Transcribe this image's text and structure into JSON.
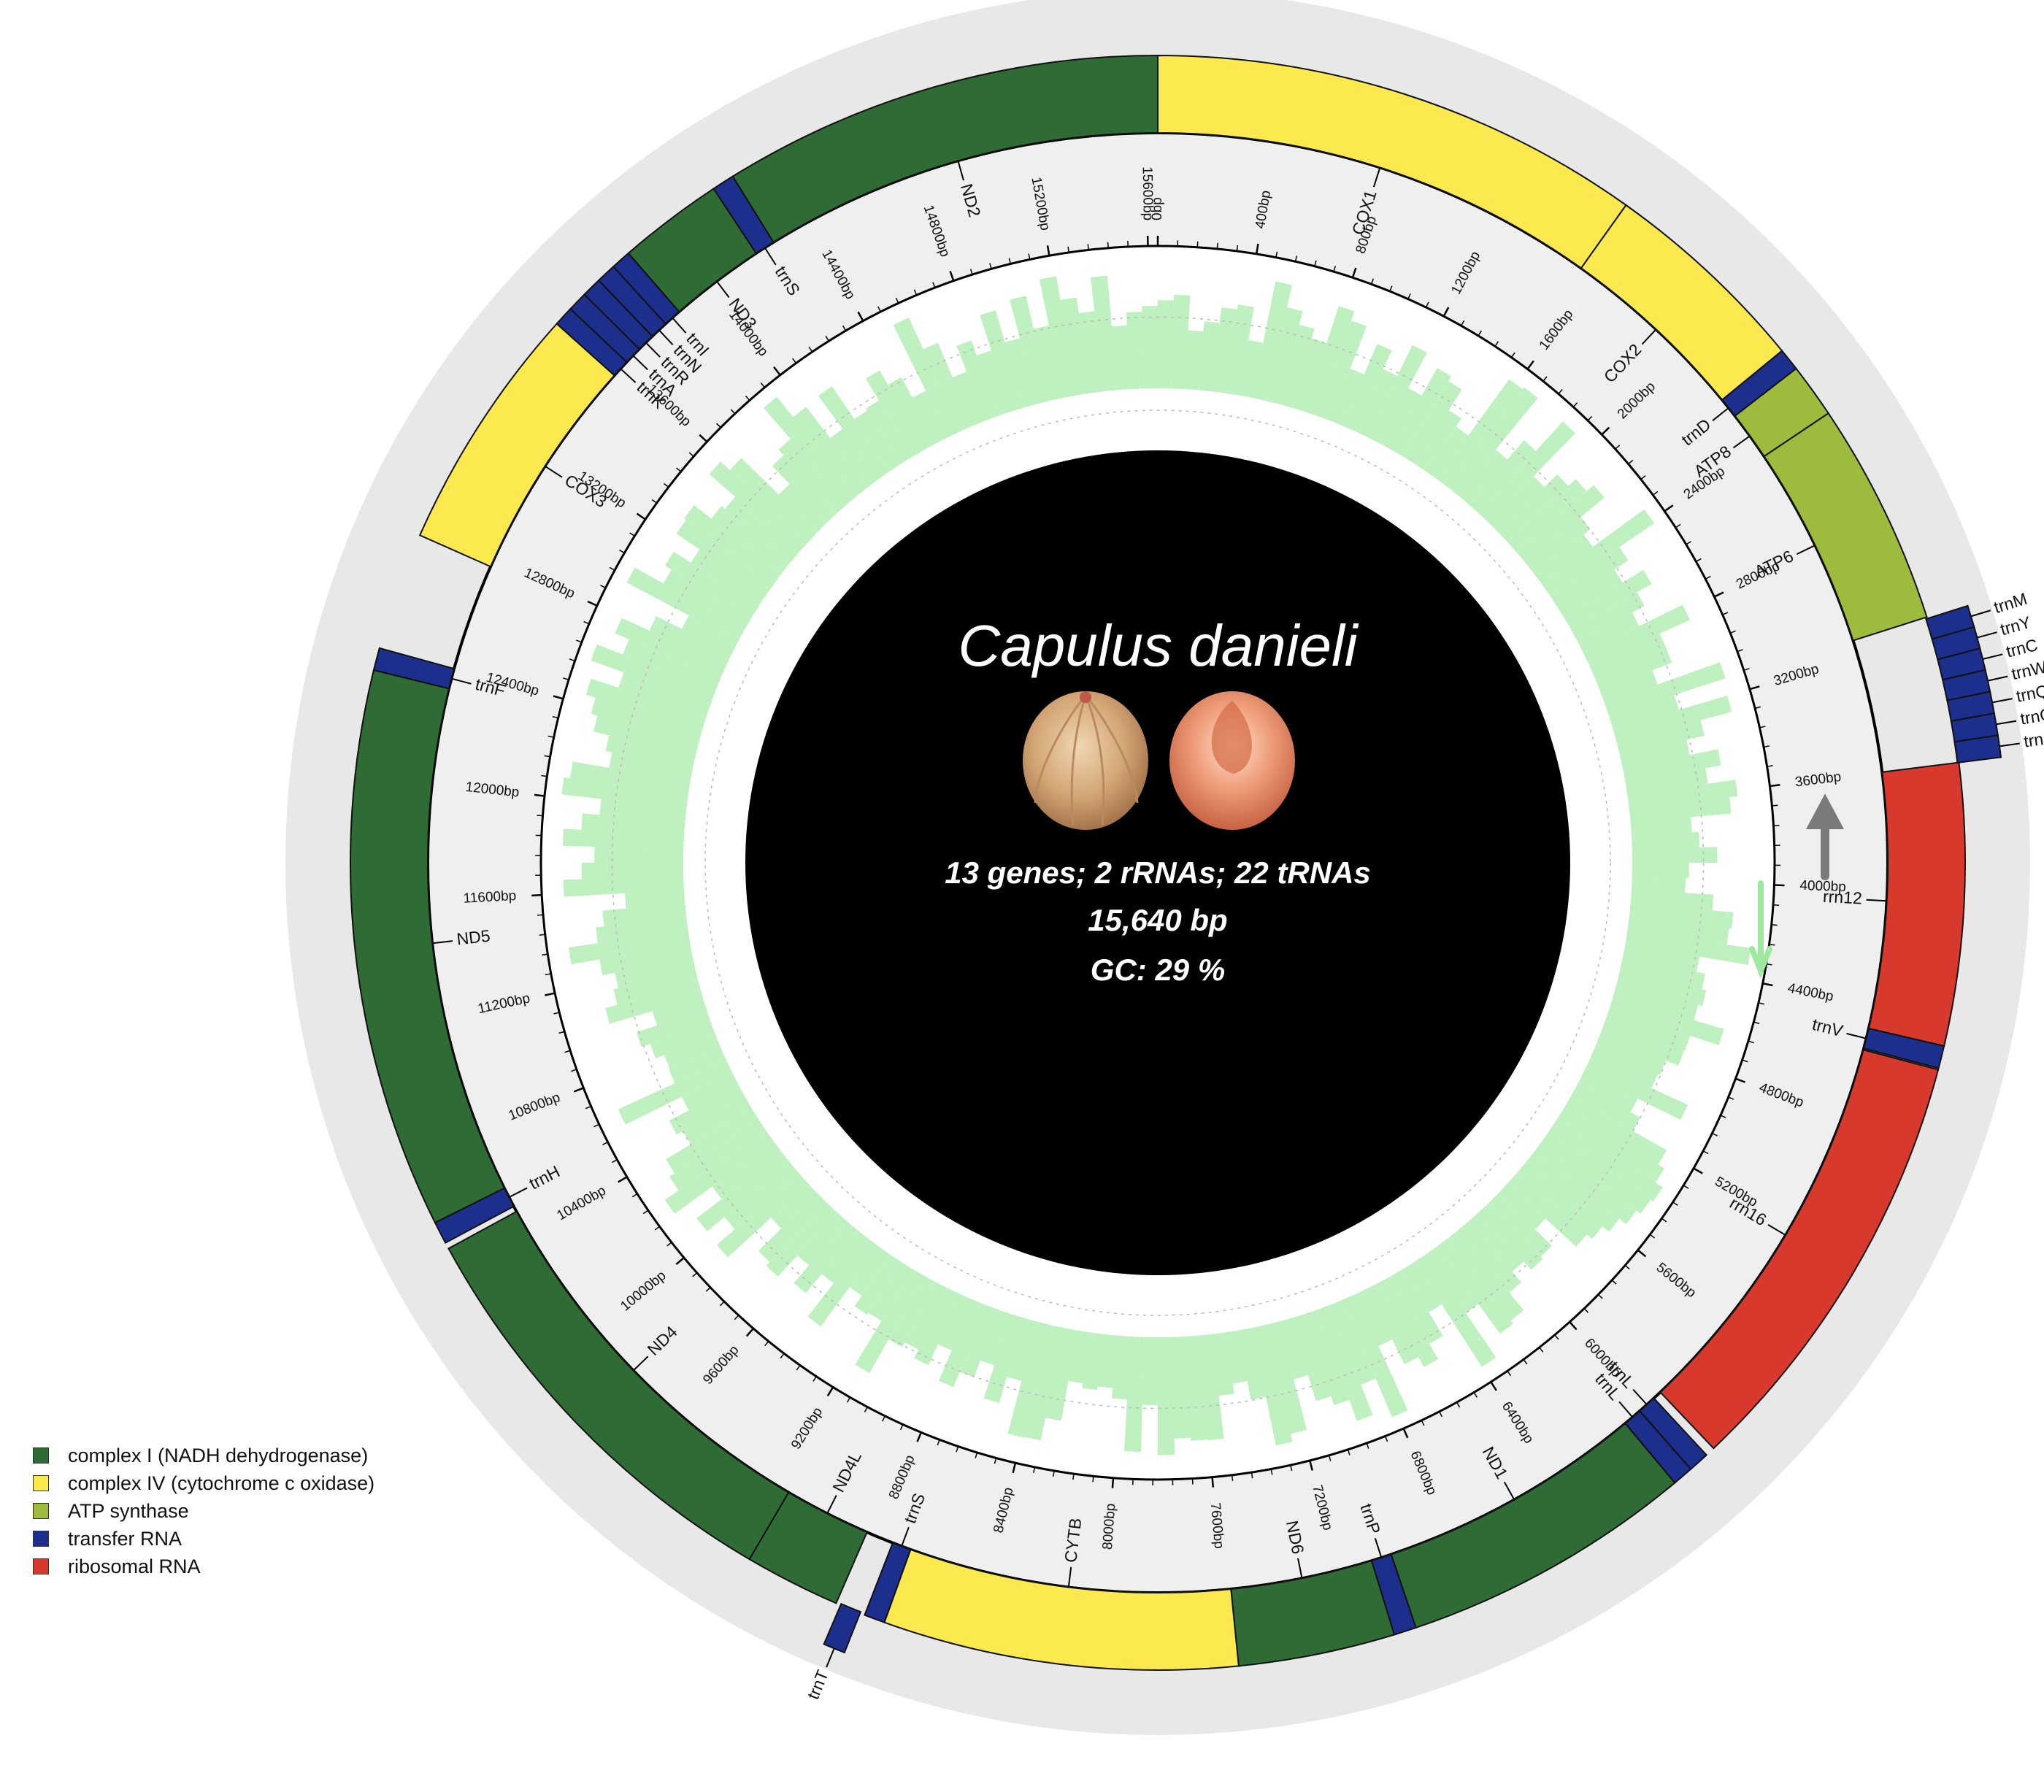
{
  "organism": "Capulus danieli",
  "stats": {
    "genes_line": "13 genes; 2 rRNAs; 22 tRNAs",
    "length_line": "15,640 bp",
    "gc_line": "GC: 29 %"
  },
  "colors": {
    "complex_I": "#2e6b35",
    "complex_IV": "#fbe94f",
    "atp": "#9dbb3c",
    "trna": "#1c2f8c",
    "rrna": "#d73a2c",
    "gc_fill": "#bff0bf",
    "track_bg": "#efefef",
    "outer_halo": "#e8e8e8",
    "center": "#000000",
    "strand_arrow": "#7a7a7a"
  },
  "legend": [
    {
      "label": "complex I (NADH dehydrogenase)",
      "color": "#2e6b35"
    },
    {
      "label": "complex IV (cytochrome c oxidase)",
      "color": "#fbe94f"
    },
    {
      "label": "ATP synthase",
      "color": "#9dbb3c"
    },
    {
      "label": "transfer RNA",
      "color": "#1c2f8c"
    },
    {
      "label": "ribosomal RNA",
      "color": "#d73a2c"
    }
  ],
  "chart_data": {
    "type": "circular genome map",
    "genome_length": 15640,
    "ticks": {
      "major_every": 400,
      "labels": [
        "0bp",
        "400bp",
        "800bp",
        "1200bp",
        "1600bp",
        "2000bp",
        "2400bp",
        "2800bp",
        "3200bp",
        "3600bp",
        "4000bp",
        "4400bp",
        "4800bp",
        "5200bp",
        "5600bp",
        "6000bp",
        "6400bp",
        "6800bp",
        "7200bp",
        "7600bp",
        "8000bp",
        "8400bp",
        "8800bp",
        "9200bp",
        "9600bp",
        "10000bp",
        "10400bp",
        "10800bp",
        "11200bp",
        "11600bp",
        "12000bp",
        "12400bp",
        "12800bp",
        "13200bp",
        "13600bp",
        "14000bp",
        "14400bp",
        "14800bp",
        "15200bp",
        "15600bp"
      ]
    },
    "features": [
      {
        "name": "COX1",
        "start": 0,
        "end": 1540,
        "cat": "complex_IV",
        "strand": "+"
      },
      {
        "name": "COX2",
        "start": 1540,
        "end": 2200,
        "cat": "complex_IV",
        "strand": "+"
      },
      {
        "name": "trnD",
        "start": 2200,
        "end": 2270,
        "cat": "trna",
        "strand": "+"
      },
      {
        "name": "ATP8",
        "start": 2270,
        "end": 2440,
        "cat": "atp",
        "strand": "+"
      },
      {
        "name": "ATP6",
        "start": 2440,
        "end": 3140,
        "cat": "atp",
        "strand": "+"
      },
      {
        "name": "trnM",
        "start": 3145,
        "end": 3210,
        "cat": "trna",
        "strand": "-"
      },
      {
        "name": "trnY",
        "start": 3210,
        "end": 3275,
        "cat": "trna",
        "strand": "-"
      },
      {
        "name": "trnC",
        "start": 3275,
        "end": 3340,
        "cat": "trna",
        "strand": "-"
      },
      {
        "name": "trnW",
        "start": 3340,
        "end": 3405,
        "cat": "trna",
        "strand": "-"
      },
      {
        "name": "trnQ",
        "start": 3405,
        "end": 3470,
        "cat": "trna",
        "strand": "-"
      },
      {
        "name": "trnG",
        "start": 3470,
        "end": 3535,
        "cat": "trna",
        "strand": "-"
      },
      {
        "name": "trnE",
        "start": 3535,
        "end": 3600,
        "cat": "trna",
        "strand": "-"
      },
      {
        "name": "rrn12",
        "start": 3600,
        "end": 4480,
        "cat": "rrna",
        "strand": "+"
      },
      {
        "name": "trnV",
        "start": 4480,
        "end": 4550,
        "cat": "trna",
        "strand": "+"
      },
      {
        "name": "rrn16",
        "start": 4555,
        "end": 5930,
        "cat": "rrna",
        "strand": "+"
      },
      {
        "name": "trnL",
        "start": 5960,
        "end": 6025,
        "cat": "trna",
        "strand": "+"
      },
      {
        "name": "trnL",
        "start": 6025,
        "end": 6090,
        "cat": "trna",
        "strand": "+"
      },
      {
        "name": "ND1",
        "start": 6090,
        "end": 7010,
        "cat": "complex_I",
        "strand": "+"
      },
      {
        "name": "trnP",
        "start": 7010,
        "end": 7080,
        "cat": "trna",
        "strand": "+"
      },
      {
        "name": "ND6",
        "start": 7080,
        "end": 7570,
        "cat": "complex_I",
        "strand": "+"
      },
      {
        "name": "CYTB",
        "start": 7570,
        "end": 8680,
        "cat": "complex_IV",
        "strand": "+"
      },
      {
        "name": "trnS",
        "start": 8680,
        "end": 8745,
        "cat": "trna",
        "strand": "+"
      },
      {
        "name": "trnT",
        "start": 8760,
        "end": 8825,
        "cat": "trna",
        "strand": "-"
      },
      {
        "name": "ND4L",
        "start": 8840,
        "end": 9140,
        "cat": "complex_I",
        "strand": "+"
      },
      {
        "name": "ND4",
        "start": 9140,
        "end": 10490,
        "cat": "complex_I",
        "strand": "+"
      },
      {
        "name": "trnH",
        "start": 10510,
        "end": 10580,
        "cat": "trna",
        "strand": "+"
      },
      {
        "name": "ND5",
        "start": 10580,
        "end": 12330,
        "cat": "complex_I",
        "strand": "+"
      },
      {
        "name": "trnF",
        "start": 12330,
        "end": 12400,
        "cat": "trna",
        "strand": "+"
      },
      {
        "name": "COX3",
        "start": 12770,
        "end": 13550,
        "cat": "complex_IV",
        "strand": "+"
      },
      {
        "name": "trnK",
        "start": 13550,
        "end": 13612,
        "cat": "trna",
        "strand": "+"
      },
      {
        "name": "trnA",
        "start": 13612,
        "end": 13674,
        "cat": "trna",
        "strand": "+"
      },
      {
        "name": "trnR",
        "start": 13674,
        "end": 13736,
        "cat": "trna",
        "strand": "+"
      },
      {
        "name": "trnN",
        "start": 13736,
        "end": 13798,
        "cat": "trna",
        "strand": "+"
      },
      {
        "name": "trnI",
        "start": 13798,
        "end": 13860,
        "cat": "trna",
        "strand": "+"
      },
      {
        "name": "ND3",
        "start": 13860,
        "end": 14190,
        "cat": "complex_I",
        "strand": "+"
      },
      {
        "name": "trnS",
        "start": 14190,
        "end": 14260,
        "cat": "trna",
        "strand": "+"
      },
      {
        "name": "ND2",
        "start": 14260,
        "end": 15640,
        "cat": "complex_I",
        "strand": "+"
      }
    ]
  }
}
